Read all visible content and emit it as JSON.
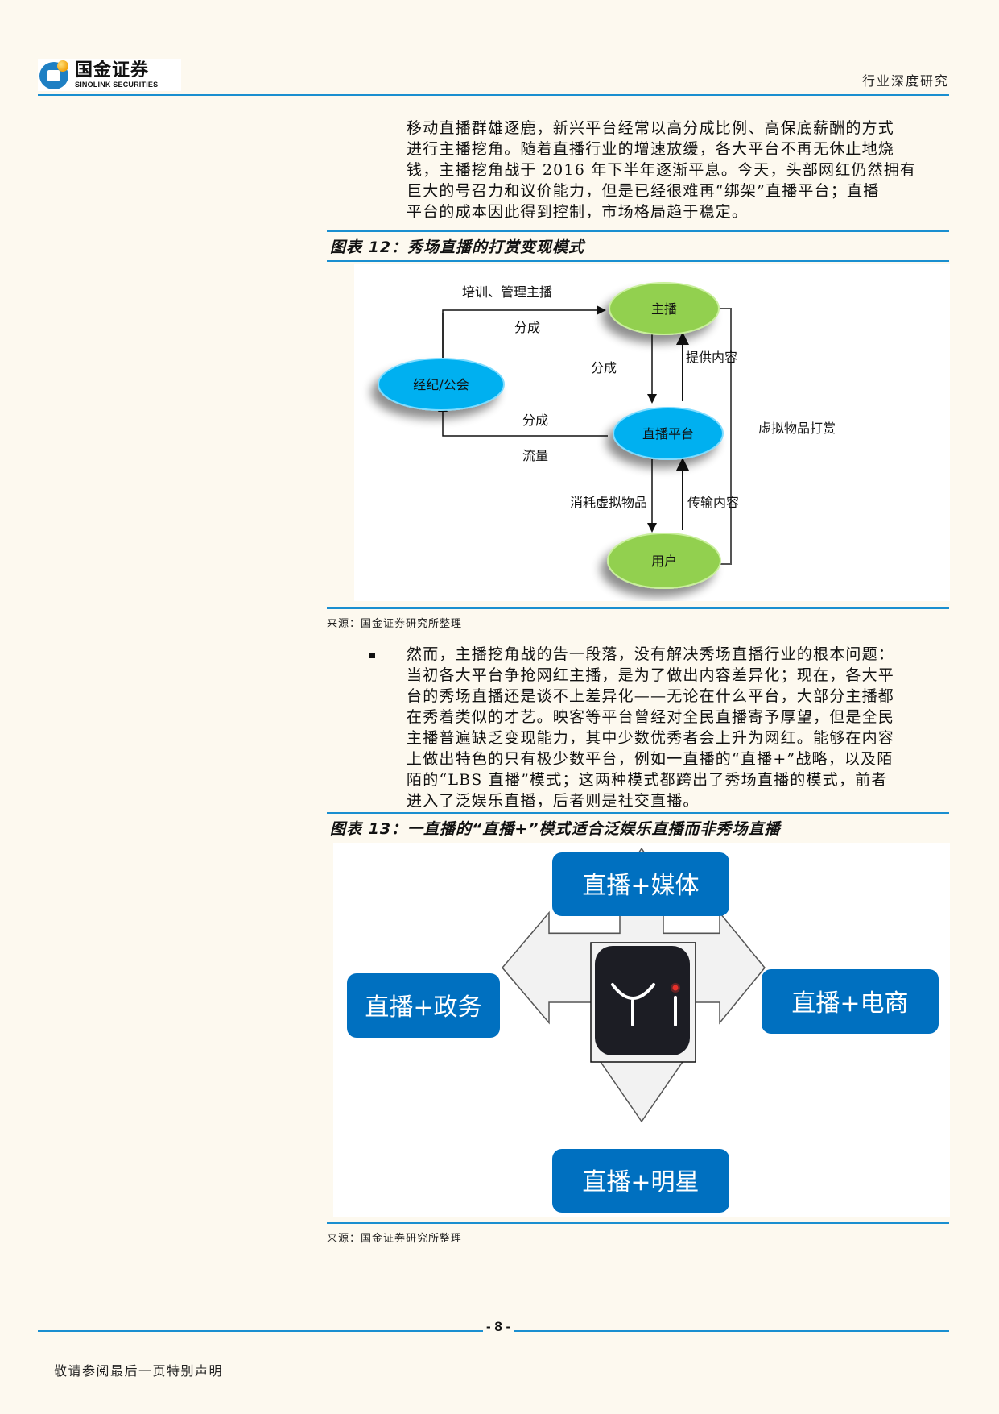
{
  "header": {
    "logo_cn": "国金证券",
    "logo_en": "SINOLINK SECURITIES",
    "section": "行业深度研究"
  },
  "intro_paragraph": [
    "移动直播群雄逐鹿，新兴平台经常以高分成比例、高保底薪酬的方式",
    "进行主播挖角。随着直播行业的增速放缓，各大平台不再无休止地烧",
    "钱，主播挖角战于 2016 年下半年逐渐平息。今天，头部网红仍然拥有",
    "巨大的号召力和议价能力，但是已经很难再“绑架”直播平台；直播",
    "平台的成本因此得到控制，市场格局趋于稳定。"
  ],
  "figure12": {
    "title": "图表 12：秀场直播的打赏变现模式",
    "nodes": {
      "anchor": "主播",
      "agency": "经纪/公会",
      "platform": "直播平台",
      "user": "用户"
    },
    "edges": {
      "train_manage": "培训、管理主播",
      "share_top": "分成",
      "share_middle": "分成",
      "share_bottom": "分成",
      "traffic": "流量",
      "provide_content": "提供内容",
      "virtual_gift_reward": "虚拟物品打赏",
      "consume_virtual_items": "消耗虚拟物品",
      "transmit_content": "传输内容"
    },
    "colors": {
      "green": "#92d050",
      "blue": "#00b0f0"
    },
    "source": "来源：国金证券研究所整理"
  },
  "bullet_paragraph": [
    "然而，主播挖角战的告一段落，没有解决秀场直播行业的根本问题：",
    "当初各大平台争抢网红主播，是为了做出内容差异化；现在，各大平",
    "台的秀场直播还是谈不上差异化——无论在什么平台，大部分主播都",
    "在秀着类似的才艺。映客等平台曾经对全民直播寄予厚望，但是全民",
    "主播普遍缺乏变现能力，其中少数优秀者会上升为网红。能够在内容",
    "上做出特色的只有极少数平台，例如一直播的“直播+”战略，以及陌",
    "陌的“LBS 直播”模式；这两种模式都跨出了秀场直播的模式，前者",
    "进入了泛娱乐直播，后者则是社交直播。"
  ],
  "figure13": {
    "title": "图表 13：一直播的“直播+”模式适合泛娱乐直播而非秀场直播",
    "boxes": {
      "top": "直播+媒体",
      "left": "直播+政务",
      "right": "直播+电商",
      "bottom": "直播+明星"
    },
    "center_icon": "yizhibo-app-icon",
    "colors": {
      "box": "#0070c0",
      "icon_bg": "#1c1d24",
      "icon_dot": "#e8302a"
    },
    "source": "来源：国金证券研究所整理"
  },
  "footer": {
    "page_number": "- 8 -",
    "disclaimer": "敬请参阅最后一页特别声明"
  }
}
